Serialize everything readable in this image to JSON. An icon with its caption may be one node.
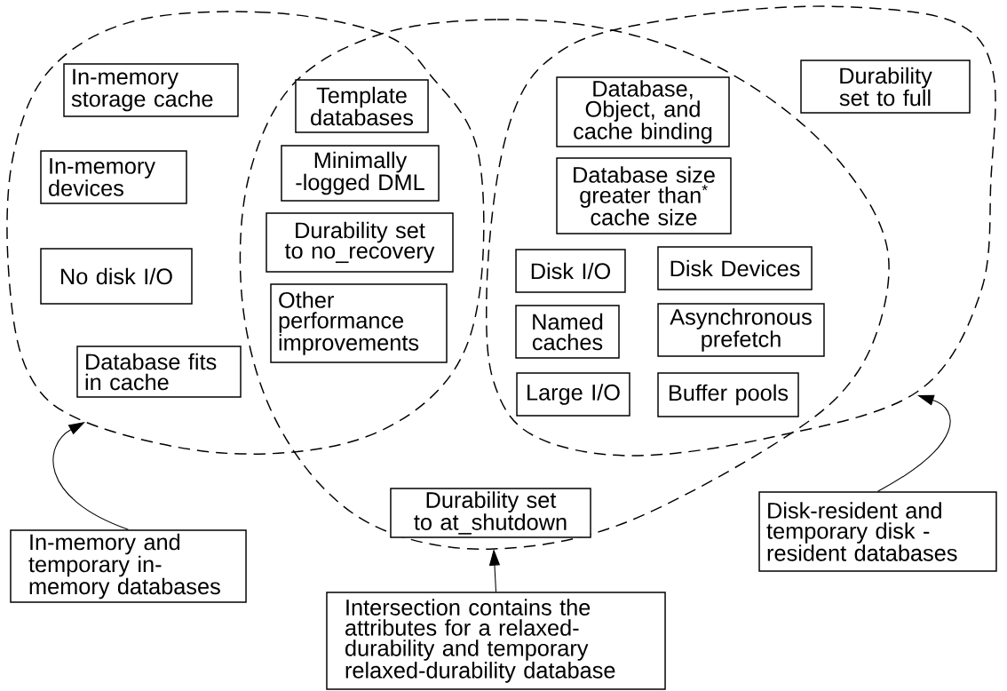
{
  "diagram": {
    "nodes": [
      {
        "text": [],
        "shape": "circle"
      },
      {
        "text": [],
        "shape": "circle"
      },
      {
        "text": [],
        "shape": "circle"
      },
      {
        "text": [
          "In-memory storage cache"
        ],
        "in": 0
      },
      {
        "text": [
          "In-memory devices"
        ],
        "in": 0
      },
      {
        "text": [
          "No disk I/O"
        ],
        "in": 0
      },
      {
        "text": [
          "Database fits in cache"
        ],
        "in": 0
      },
      {
        "text": [
          "Template databases"
        ]
      },
      {
        "text": [
          "Minimally -logged DML"
        ]
      },
      {
        "text": [
          "Durability set to no_recovery"
        ]
      },
      {
        "text": [
          "Other performance improvements"
        ]
      },
      {
        "text": [
          "Database, Object, and cache binding"
        ]
      },
      {
        "text": [
          "Database size greater than$^{*}$ cache size"
        ]
      },
      {
        "text": [
          "Disk I/O"
        ]
      },
      {
        "text": [
          "Disk Devices"
        ]
      },
      {
        "text": [
          "Named caches"
        ]
      },
      {
        "text": [
          "Asynchronous prefetch"
        ]
      },
      {
        "text": [
          "Large I/O"
        ]
      },
      {
        "text": [
          "Buffer pools"
        ]
      },
      {
        "text": [
          "Durability set to full"
        ],
        "in": 2
      },
      {
        "text": [
          "Durability set to at_shutdown"
        ],
        "in": 1
      },
      {
        "text": [
          "In-memory and temporary in-memory databases"
        ]
      },
      {
        "text": [
          "Intersection contains the attributes for a relaxed-durability and temporary relaxed-durability database"
        ]
      },
      {
        "text": [
          "Disk-resident and temporary disk -resident databases"
        ]
      }
    ],
    "edges": [
      {
        "from": 21,
        "to": 0,
        "arrow": "to"
      },
      {
        "from": 22,
        "to": 1,
        "arrow": "to"
      },
      {
        "from": 23,
        "to": 2,
        "arrow": "to"
      }
    ]
  }
}
